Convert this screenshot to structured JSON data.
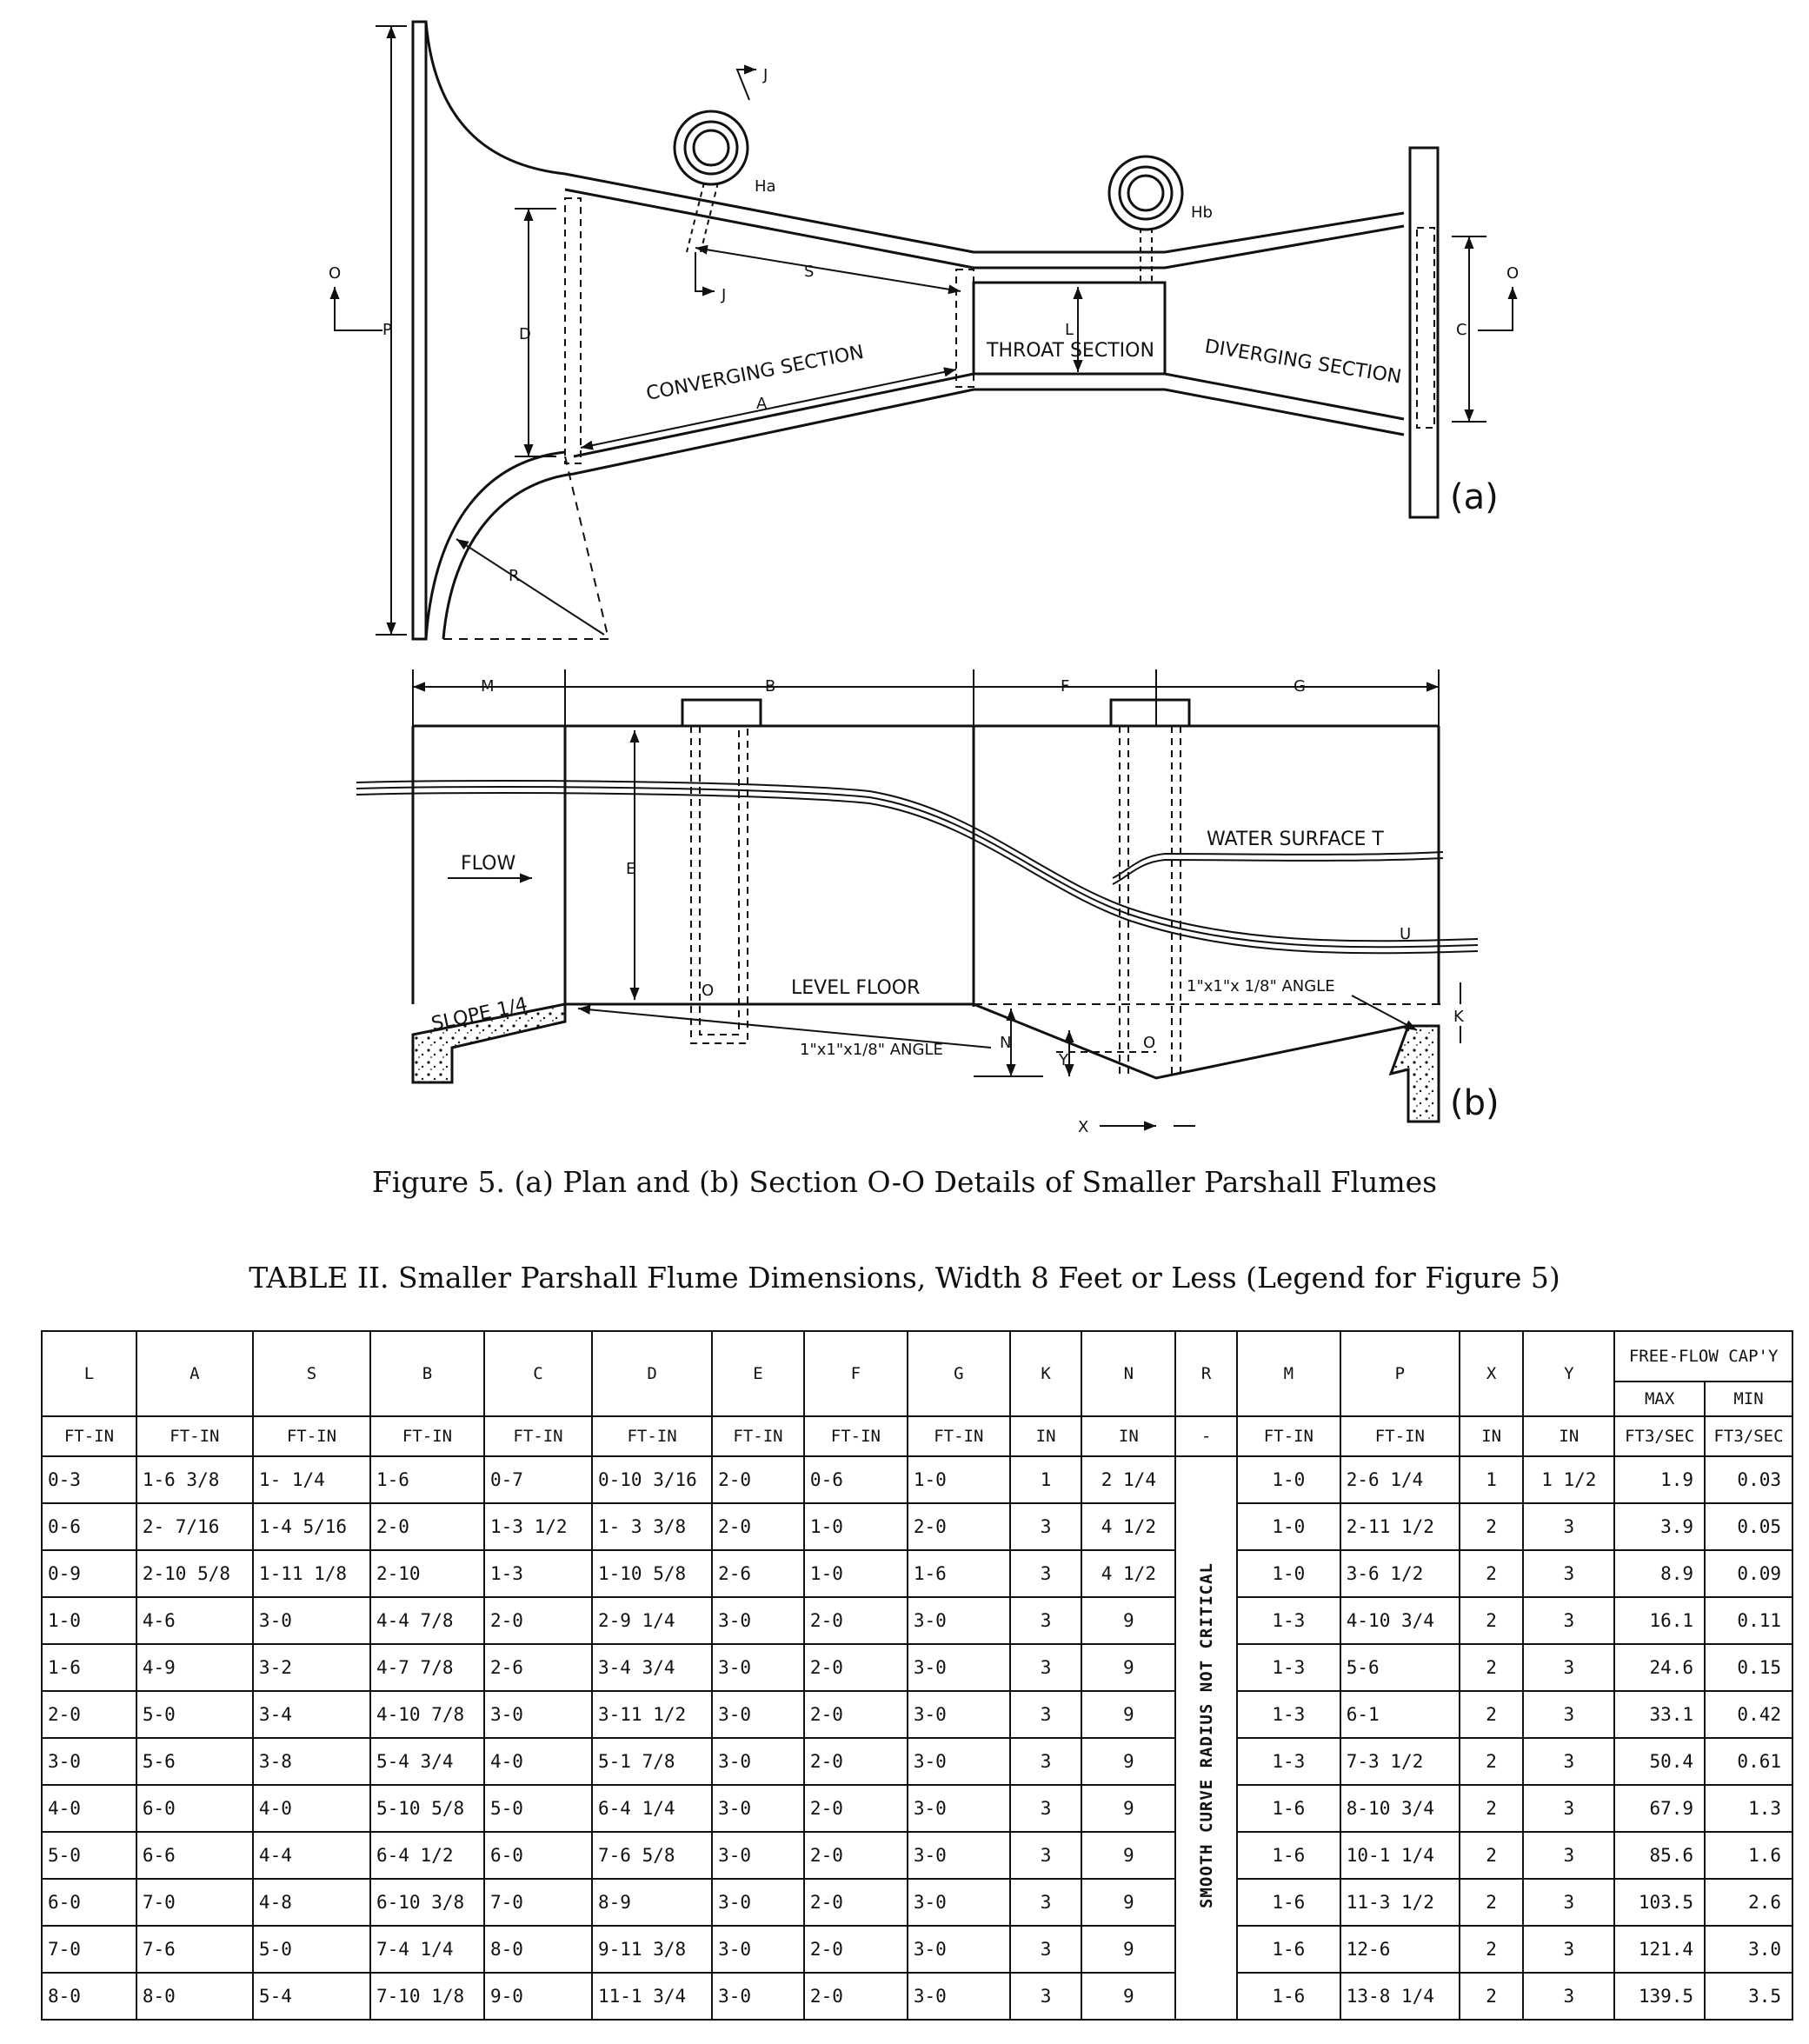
{
  "figure": {
    "plan_labels": {
      "converging": "CONVERGING SECTION",
      "throat": "THROAT SECTION",
      "diverging": "DIVERGING SECTION",
      "panel": "(a)",
      "dims": {
        "P": "P",
        "D": "D",
        "S": "S",
        "A": "A",
        "L": "L",
        "C": "C",
        "R": "R",
        "Ha": "Ha",
        "Hb": "Hb",
        "J": "J",
        "O": "O"
      }
    },
    "section_labels": {
      "flow": "FLOW",
      "level_floor": "LEVEL FLOOR",
      "slope": "SLOPE 1/4",
      "angle1": "1\"x1\"x1/8\" ANGLE",
      "angle2": "1\"x1\"x 1/8\" ANGLE",
      "water_surface": "WATER SURFACE T",
      "panel": "(b)",
      "dims": {
        "M": "M",
        "B": "B",
        "F": "F",
        "G": "G",
        "E": "E",
        "N": "N",
        "Y": "Y",
        "X": "X",
        "K": "K",
        "U": "U",
        "O": "O"
      }
    },
    "caption": "Figure 5.  (a) Plan and (b) Section O-O  Details of  Smaller Parshall Flumes"
  },
  "table": {
    "title": "TABLE II.  Smaller Parshall Flume Dimensions, Width 8 Feet or Less (Legend for Figure 5)",
    "columns": [
      "L",
      "A",
      "S",
      "B",
      "C",
      "D",
      "E",
      "F",
      "G",
      "K",
      "N",
      "R",
      "M",
      "P",
      "X",
      "Y"
    ],
    "units": [
      "FT-IN",
      "FT-IN",
      "FT-IN",
      "FT-IN",
      "FT-IN",
      "FT-IN",
      "FT-IN",
      "FT-IN",
      "FT-IN",
      "IN",
      "IN",
      "-",
      "FT-IN",
      "FT-IN",
      "IN",
      "IN"
    ],
    "capacity_header": "FREE-FLOW CAP'Y",
    "capacity_max": "MAX",
    "capacity_min": "MIN",
    "capacity_unit_max": "FT3/SEC",
    "capacity_unit_min": "FT3/SEC",
    "r_note": "SMOOTH CURVE RADIUS NOT CRITICAL",
    "rows": [
      {
        "L": "0-3",
        "A": "1-6 3/8",
        "S": "1-  1/4",
        "B": "1-6",
        "C": "0-7",
        "D": "0-10 3/16",
        "E": "2-0",
        "F": "0-6",
        "G": "1-0",
        "K": "1",
        "N": "2 1/4",
        "M": "1-0",
        "P": "2-6 1/4",
        "X": "1",
        "Y": "1 1/2",
        "max": "1.9",
        "min": "0.03"
      },
      {
        "L": "0-6",
        "A": "2- 7/16",
        "S": "1-4 5/16",
        "B": "2-0",
        "C": "1-3 1/2",
        "D": "1- 3 3/8",
        "E": "2-0",
        "F": "1-0",
        "G": "2-0",
        "K": "3",
        "N": "4 1/2",
        "M": "1-0",
        "P": "2-11 1/2",
        "X": "2",
        "Y": "3",
        "max": "3.9",
        "min": "0.05"
      },
      {
        "L": "0-9",
        "A": "2-10 5/8",
        "S": "1-11 1/8",
        "B": "2-10",
        "C": "1-3",
        "D": "1-10 5/8",
        "E": "2-6",
        "F": "1-0",
        "G": "1-6",
        "K": "3",
        "N": "4 1/2",
        "M": "1-0",
        "P": "3-6 1/2",
        "X": "2",
        "Y": "3",
        "max": "8.9",
        "min": "0.09"
      },
      {
        "L": "1-0",
        "A": "4-6",
        "S": "3-0",
        "B": "4-4 7/8",
        "C": "2-0",
        "D": "2-9 1/4",
        "E": "3-0",
        "F": "2-0",
        "G": "3-0",
        "K": "3",
        "N": "9",
        "M": "1-3",
        "P": "4-10 3/4",
        "X": "2",
        "Y": "3",
        "max": "16.1",
        "min": "0.11"
      },
      {
        "L": "1-6",
        "A": "4-9",
        "S": "3-2",
        "B": "4-7 7/8",
        "C": "2-6",
        "D": "3-4 3/4",
        "E": "3-0",
        "F": "2-0",
        "G": "3-0",
        "K": "3",
        "N": "9",
        "M": "1-3",
        "P": "5-6",
        "X": "2",
        "Y": "3",
        "max": "24.6",
        "min": "0.15"
      },
      {
        "L": "2-0",
        "A": "5-0",
        "S": "3-4",
        "B": "4-10 7/8",
        "C": "3-0",
        "D": "3-11 1/2",
        "E": "3-0",
        "F": "2-0",
        "G": "3-0",
        "K": "3",
        "N": "9",
        "M": "1-3",
        "P": "6-1",
        "X": "2",
        "Y": "3",
        "max": "33.1",
        "min": "0.42"
      },
      {
        "L": "3-0",
        "A": "5-6",
        "S": "3-8",
        "B": "5-4 3/4",
        "C": "4-0",
        "D": "5-1 7/8",
        "E": "3-0",
        "F": "2-0",
        "G": "3-0",
        "K": "3",
        "N": "9",
        "M": "1-3",
        "P": "7-3 1/2",
        "X": "2",
        "Y": "3",
        "max": "50.4",
        "min": "0.61"
      },
      {
        "L": "4-0",
        "A": "6-0",
        "S": "4-0",
        "B": "5-10 5/8",
        "C": "5-0",
        "D": "6-4 1/4",
        "E": "3-0",
        "F": "2-0",
        "G": "3-0",
        "K": "3",
        "N": "9",
        "M": "1-6",
        "P": "8-10 3/4",
        "X": "2",
        "Y": "3",
        "max": "67.9",
        "min": "1.3"
      },
      {
        "L": "5-0",
        "A": "6-6",
        "S": "4-4",
        "B": "6-4 1/2",
        "C": "6-0",
        "D": "7-6 5/8",
        "E": "3-0",
        "F": "2-0",
        "G": "3-0",
        "K": "3",
        "N": "9",
        "M": "1-6",
        "P": "10-1 1/4",
        "X": "2",
        "Y": "3",
        "max": "85.6",
        "min": "1.6"
      },
      {
        "L": "6-0",
        "A": "7-0",
        "S": "4-8",
        "B": "6-10 3/8",
        "C": "7-0",
        "D": "8-9",
        "E": "3-0",
        "F": "2-0",
        "G": "3-0",
        "K": "3",
        "N": "9",
        "M": "1-6",
        "P": "11-3 1/2",
        "X": "2",
        "Y": "3",
        "max": "103.5",
        "min": "2.6"
      },
      {
        "L": "7-0",
        "A": "7-6",
        "S": "5-0",
        "B": "7-4 1/4",
        "C": "8-0",
        "D": "9-11 3/8",
        "E": "3-0",
        "F": "2-0",
        "G": "3-0",
        "K": "3",
        "N": "9",
        "M": "1-6",
        "P": "12-6",
        "X": "2",
        "Y": "3",
        "max": "121.4",
        "min": "3.0"
      },
      {
        "L": "8-0",
        "A": "8-0",
        "S": "5-4",
        "B": "7-10 1/8",
        "C": "9-0",
        "D": "11-1 3/4",
        "E": "3-0",
        "F": "2-0",
        "G": "3-0",
        "K": "3",
        "N": "9",
        "M": "1-6",
        "P": "13-8 1/4",
        "X": "2",
        "Y": "3",
        "max": "139.5",
        "min": "3.5"
      }
    ]
  }
}
